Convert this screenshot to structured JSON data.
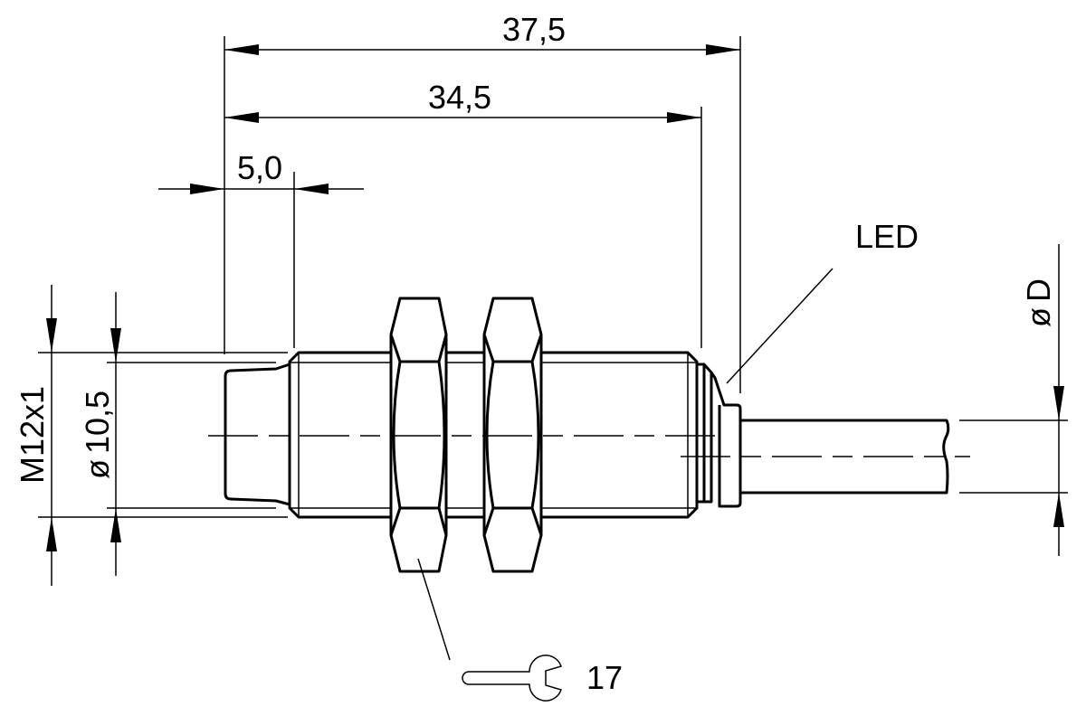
{
  "dimensions": {
    "overall_length": "37,5",
    "body_length": "34,5",
    "front_cap_length": "5,0",
    "thread": "M12x1",
    "front_diameter": "10,5",
    "cable_diameter": "D",
    "diameter_symbol": "ø"
  },
  "labels": {
    "led": "LED",
    "wrench_size": "17"
  },
  "colors": {
    "line": "#000000",
    "background": "#ffffff"
  }
}
